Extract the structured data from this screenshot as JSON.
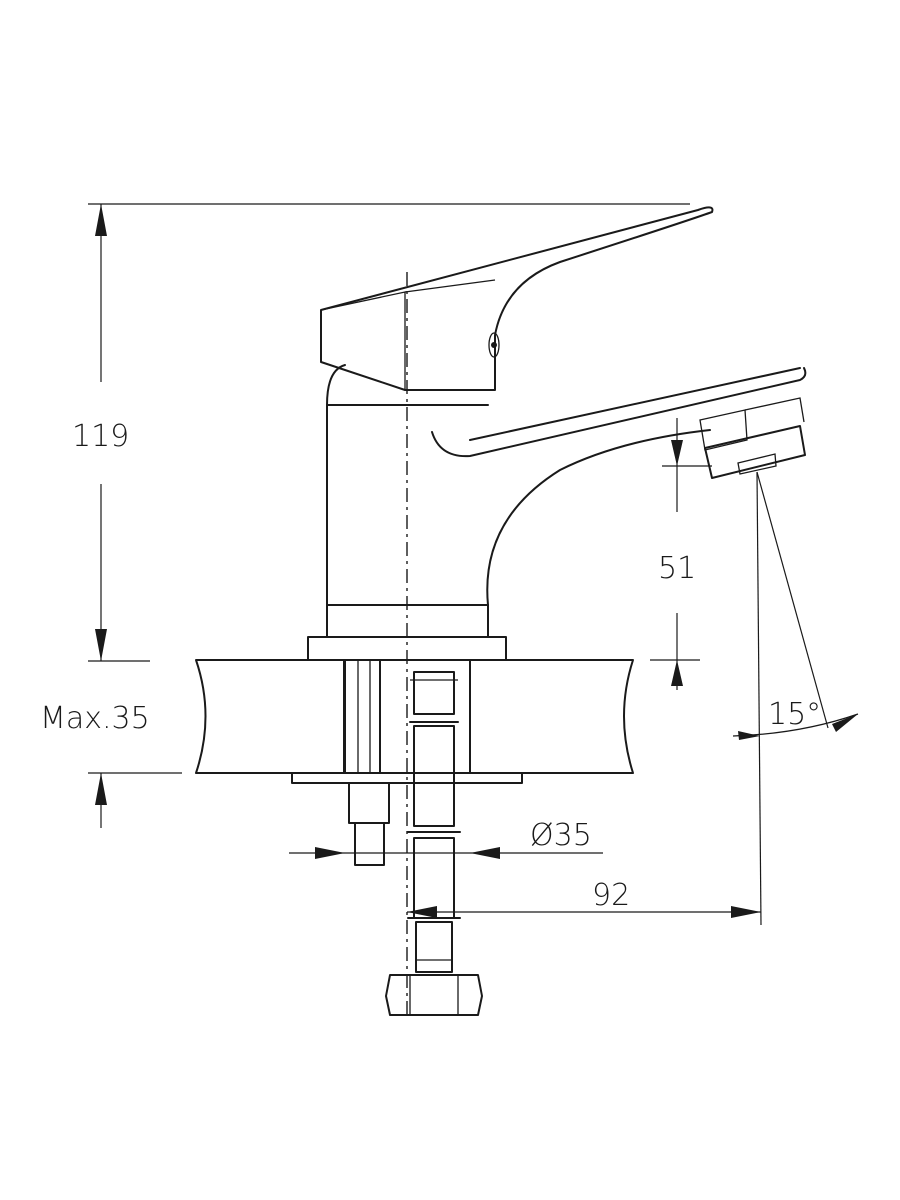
{
  "drawing": {
    "dimensions": {
      "height_total": "119",
      "spout_clearance": "51",
      "counter_thickness": "Max.35",
      "angle": "15°",
      "mount_diameter": "Ø35",
      "spout_reach": "92"
    }
  }
}
